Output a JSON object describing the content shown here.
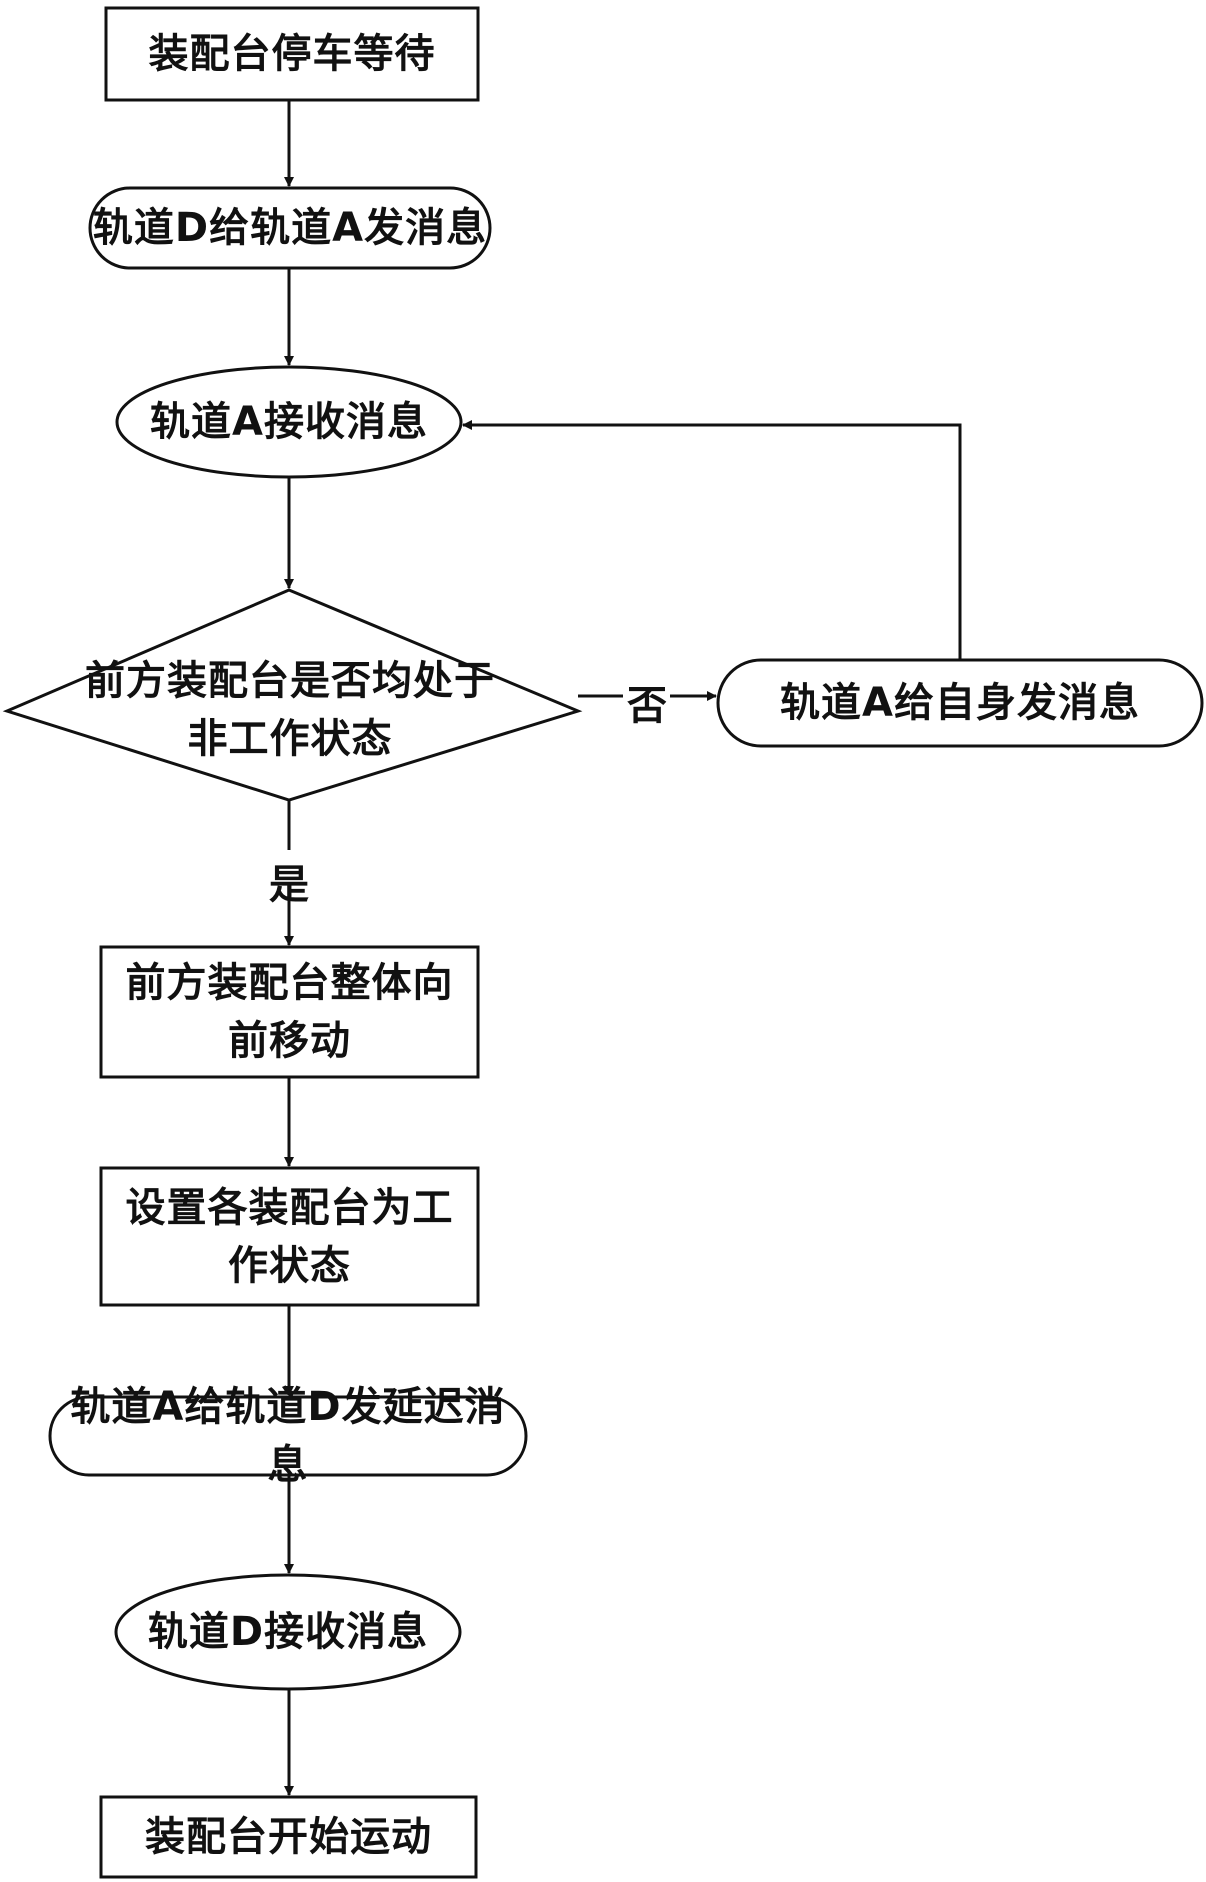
{
  "nodes": {
    "park_wait": "装配台停车等待",
    "d_send_a": "轨道D给轨道A发消息",
    "a_receive": "轨道A接收消息",
    "decision": "前方装配台是否均处于\n非工作状态",
    "a_send_self": "轨道A给自身发消息",
    "move_forward": "前方装配台整体向\n前移动",
    "set_working": "设置各装配台为工\n作状态",
    "a_send_d_delay": "轨道A给轨道D发延迟消息",
    "d_receive": "轨道D接收消息",
    "start_motion": "装配台开始运动"
  },
  "edge_labels": {
    "no": "否",
    "yes": "是"
  }
}
